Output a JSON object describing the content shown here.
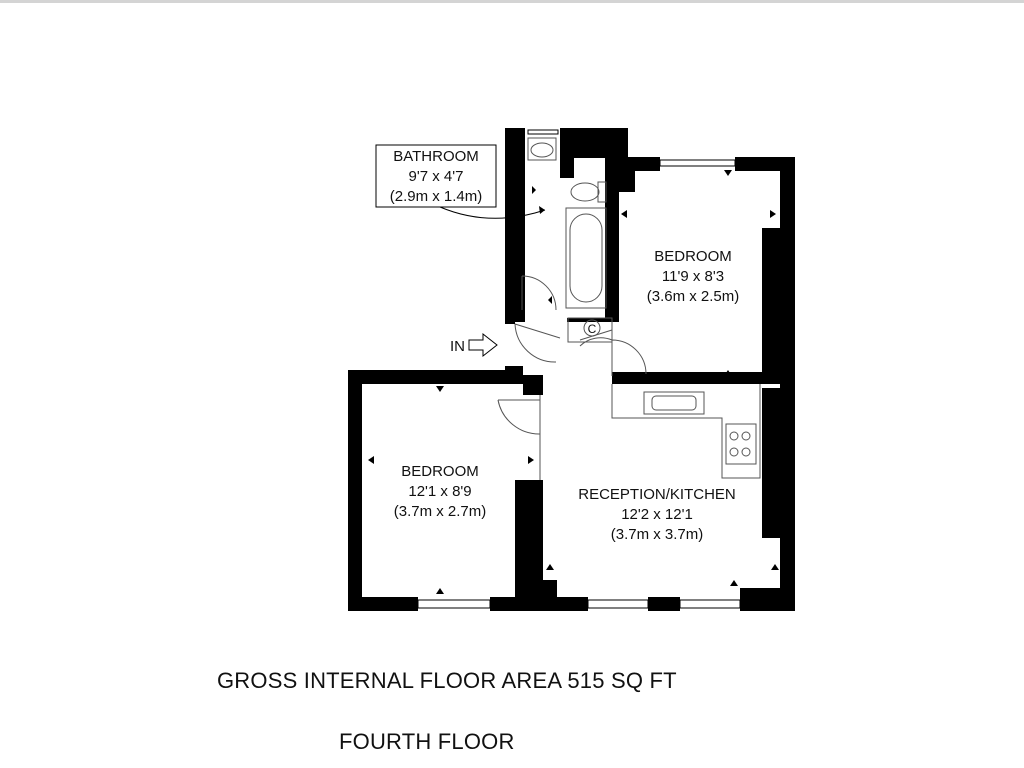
{
  "rooms": {
    "bathroom": {
      "name": "BATHROOM",
      "imperial": "9'7 x 4'7",
      "metric": "(2.9m x 1.4m)"
    },
    "bedroom_right": {
      "name": "BEDROOM",
      "imperial": "11'9 x 8'3",
      "metric": "(3.6m x 2.5m)"
    },
    "bedroom_left": {
      "name": "BEDROOM",
      "imperial": "12'1 x 8'9",
      "metric": "(3.7m x 2.7m)"
    },
    "reception": {
      "name": "RECEPTION/KITCHEN",
      "imperial": "12'2 x 12'1",
      "metric": "(3.7m x 3.7m)"
    }
  },
  "entry_label": "IN",
  "cupboard_label": "C",
  "caption": {
    "area": "GROSS INTERNAL FLOOR AREA 515 SQ FT",
    "floor": "FOURTH FLOOR"
  },
  "colors": {
    "wall": "#000000",
    "background": "#ffffff",
    "fixture_stroke": "#555555"
  }
}
